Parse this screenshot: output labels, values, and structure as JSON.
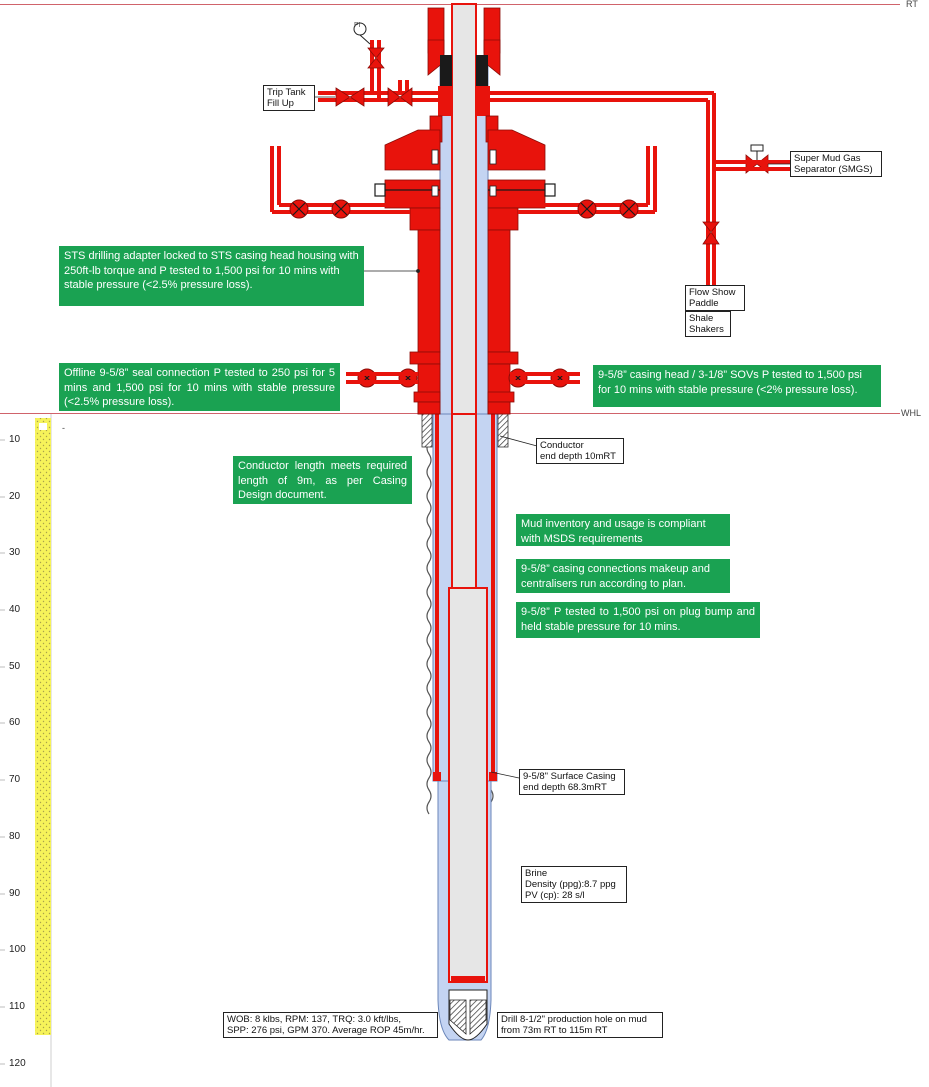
{
  "markers": {
    "rt": "RT",
    "whl": "WHL",
    "pi_symbol": "PI",
    "dash": "-"
  },
  "depth_axis": {
    "ticks": [
      "10",
      "20",
      "30",
      "40",
      "50",
      "60",
      "70",
      "80",
      "90",
      "100",
      "110",
      "120"
    ]
  },
  "labels": {
    "trip_tank": "Trip Tank\nFill Up",
    "smgs": "Super Mud Gas\nSeparator (SMGS)",
    "flow_show": "Flow Show\nPaddle",
    "shale_shakers": "Shale\nShakers",
    "conductor_depth": "Conductor\nend depth 10mRT",
    "surface_casing": "9-5/8\" Surface Casing\nend depth 68.3mRT",
    "brine": "Brine\nDensity (ppg):8.7 ppg\nPV (cp): 28 s/l",
    "drilling_params": "WOB: 8 klbs, RPM: 137, TRQ: 3.0 kft/lbs,\nSPP: 276 psi, GPM 370. Average ROP 45m/hr.",
    "production_hole": "Drill 8-1/2\" production hole on mud\nfrom 73m RT to 115m RT"
  },
  "notes": {
    "sts_adapter": "STS drilling adapter locked to STS casing head housing with 250ft-lb torque and P tested to 1,500 psi for 10 mins with stable pressure (<2.5% pressure loss).",
    "offline_seal": "Offline 9-5/8” seal connection P tested to 250 psi for 5 mins and 1,500 psi for 10 mins with stable pressure (<2.5% pressure loss).",
    "casing_head_sov": "9-5/8” casing head / 3-1/8” SOVs P tested to 1,500 psi for 10 mins with stable pressure (<2% pressure loss).",
    "conductor_length": "Conductor length meets required length of 9m, as per Casing Design document.",
    "mud_inventory": "Mud inventory and usage is compliant with MSDS requirements",
    "casing_connections": "9-5/8” casing connections makeup and centralisers run according to plan.",
    "plug_bump": "9-5/8” P tested to 1,500 psi on plug bump and held stable pressure for 10 mins."
  },
  "colors": {
    "equipment_red": "#e8130c",
    "annulus_blue": "#c4d4f2",
    "note_green": "#1aa252",
    "pipe_grey": "#e6e6e6",
    "formation_yellow": "#f6f35a"
  }
}
